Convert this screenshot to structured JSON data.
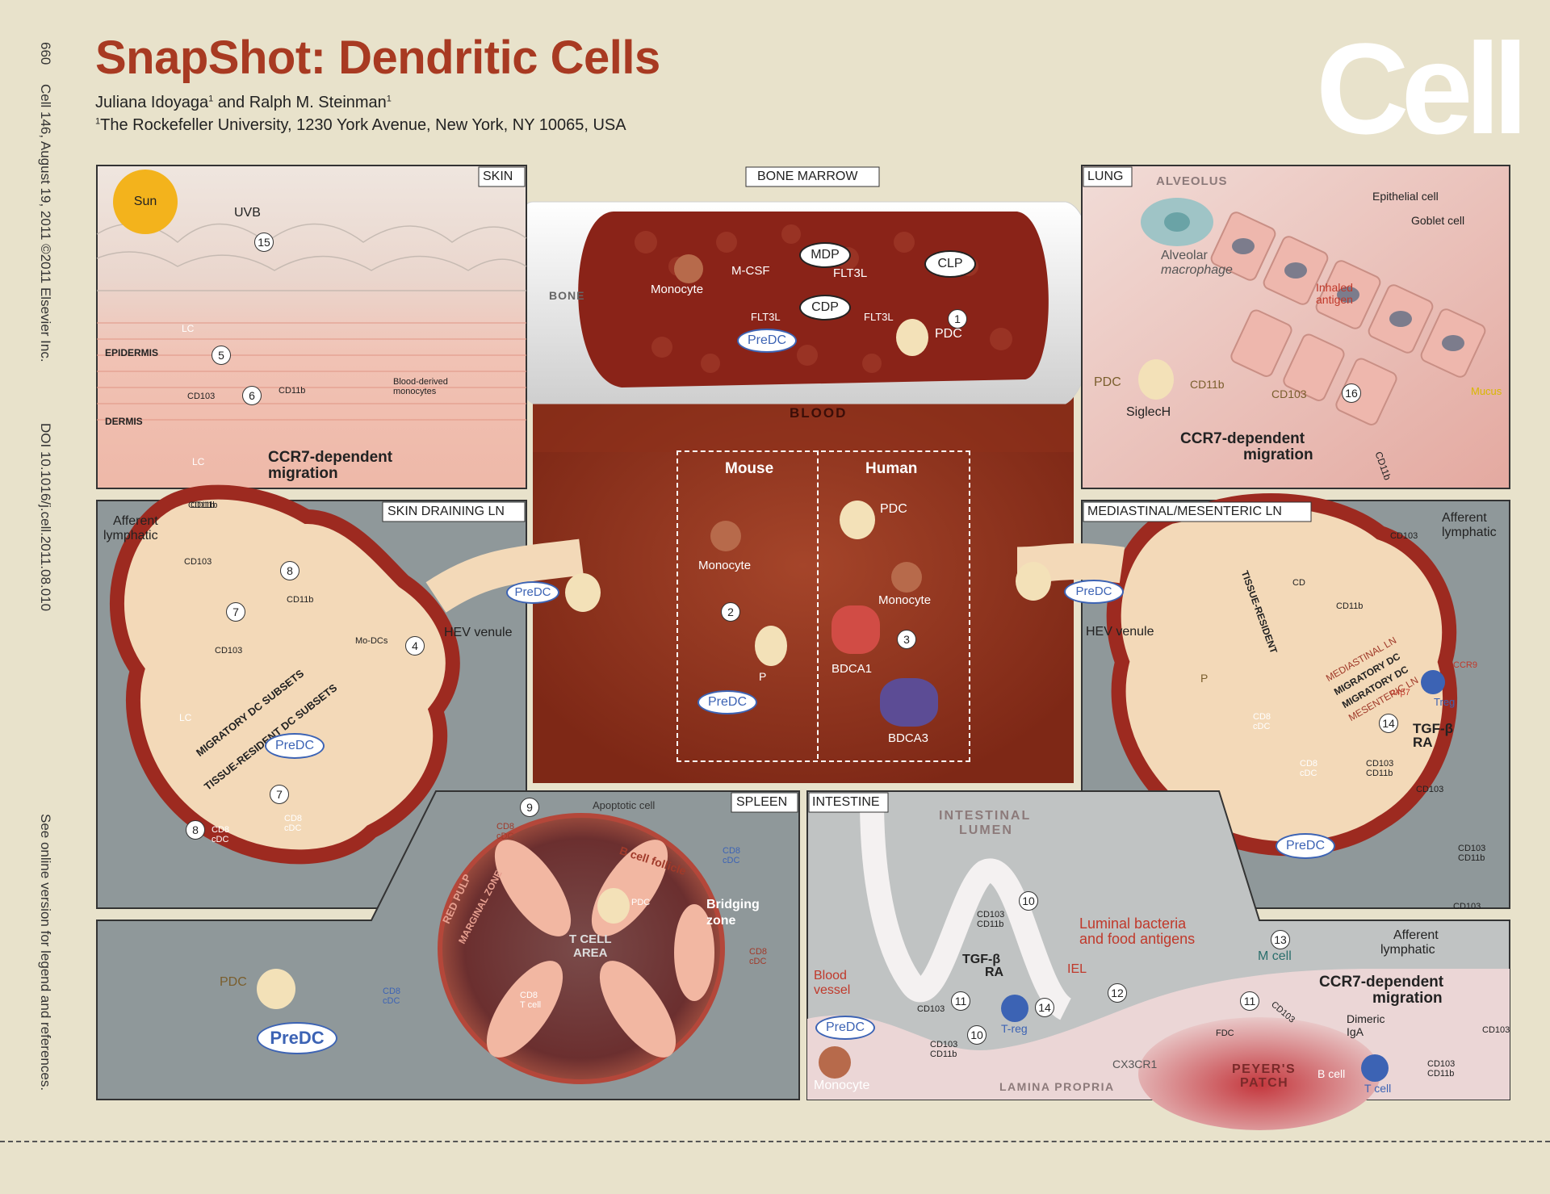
{
  "header": {
    "title": "SnapShot: Dendritic Cells",
    "authors": "Juliana Idoyaga",
    "authors_sup1": "1",
    "authors_and": " and Ralph M. Steinman",
    "authors_sup2": "1",
    "affiliation_sup": "1",
    "affiliation": "The Rockefeller University, 1230 York Avenue, New York, NY 10065, USA",
    "logo": "Cell"
  },
  "side_text": {
    "page": "660",
    "citation": "Cell 146, August 19, 2011 ©2011 Elsevier Inc.",
    "doi": "DOI 10.1016/j.cell.2011.08.010",
    "note": "See online version for legend and references."
  },
  "colors": {
    "background": "#e8e2cb",
    "title": "#a83a22",
    "blood": "#8b2f1c",
    "skin": "#f2c7b9",
    "lymph_node": "#f3d9b8",
    "node_border": "#9d2a20",
    "panel_gray": "#8f989a",
    "predc": "#3c63b4"
  },
  "panels": {
    "skin": "SKIN",
    "bone_marrow": "BONE MARROW",
    "lung": "LUNG",
    "skin_ln": "SKIN DRAINING LN",
    "mediastinal_ln": "MEDIASTINAL/MESENTERIC LN",
    "spleen": "SPLEEN",
    "intestine": "INTESTINE"
  },
  "skin": {
    "sun": "Sun",
    "uvb": "UVB",
    "n15": "15",
    "lc": "LC",
    "epidermis": "EPIDERMIS",
    "n5": "5",
    "dermis": "DERMIS",
    "cd103": "CD103",
    "n6": "6",
    "cd11b": "CD11b",
    "blood_monocytes": "Blood-derived monocytes",
    "lc2": "LC",
    "cd11b2": "CD11b",
    "ccr7": "CCR7-dependent",
    "migration": "migration"
  },
  "bone_marrow": {
    "bone": "BONE",
    "mdp": "MDP",
    "clp": "CLP",
    "cdp": "CDP",
    "mcsf": "M-CSF",
    "flt3l_a": "FLT3L",
    "flt3l_b": "FLT3L",
    "flt3l_c": "FLT3L",
    "monocyte": "Monocyte",
    "predc": "PreDC",
    "pdc": "PDC",
    "n1": "1"
  },
  "blood": {
    "label": "BLOOD",
    "mouse": "Mouse",
    "human": "Human",
    "mouse_monocyte": "Monocyte",
    "n2": "2",
    "mouse_pdc": "P",
    "mouse_predc": "PreDC",
    "human_pdc": "PDC",
    "human_monocyte": "Monocyte",
    "n3": "3",
    "bdca1": "BDCA1",
    "bdca3": "BDCA3"
  },
  "lung": {
    "alveolus": "ALVEOLUS",
    "epithelial": "Epithelial cell",
    "goblet": "Goblet cell",
    "alveolar": "Alveolar",
    "macrophage": "macrophage",
    "inhaled": "Inhaled",
    "antigen": "antigen",
    "pdc": "PDC",
    "siglech": "SiglecH",
    "cd11b": "CD11b",
    "cd103": "CD103",
    "n16": "16",
    "mucus": "Mucus",
    "ccr7": "CCR7-dependent",
    "migration": "migration",
    "cd11b2": "CD11b"
  },
  "skin_ln": {
    "afferent": "Afferent",
    "lymphatic": "lymphatic",
    "cd11b": "CD11b",
    "cd103": "CD103",
    "n8": "8",
    "cd11b2": "CD11b",
    "n7": "7",
    "cd103b": "CD103",
    "modcs": "Mo-DCs",
    "n4": "4",
    "hev": "HEV venule",
    "predc_vessel": "PreDC",
    "lc": "LC",
    "migratory": "MIGRATORY DC SUBSETS",
    "resident": "TISSUE-RESIDENT DC SUBSETS",
    "predc": "PreDC",
    "n7b": "7",
    "n8b": "8",
    "cd8_cdc": "CD8",
    "cd8_cdc_b": "cDC",
    "cd8p": "CD8",
    "cd8p_b": "cDC"
  },
  "med_ln": {
    "afferent": "Afferent",
    "lymphatic": "lymphatic",
    "cd103": "CD103",
    "cd11b": "CD11b",
    "predc_vessel": "PreDC",
    "hev": "HEV venule",
    "tissue_resident": "TISSUE-RESIDENT",
    "mediastinal": "MEDIASTINAL LN",
    "migratory1": "MIGRATORY DC",
    "migratory2": "MIGRATORY DC",
    "mesenteric": "MESENTERIC LN",
    "ccr9": "CCR9",
    "a4b7": "α4β7",
    "treg": "Treg",
    "n14": "14",
    "tgfb": "TGF-β",
    "ra": "RA",
    "cd8_cdc": "CD8",
    "cd8_cdc_b": "cDC",
    "cd8p": "CD8",
    "cd8p_b": "cDC",
    "cd103_11b": "CD103",
    "cd103_11b_b": "CD11b",
    "cd103c": "CD103",
    "predc": "PreDC",
    "cd103_11b2": "CD103",
    "cd103_11b2_b": "CD11b",
    "cd103d": "CD103",
    "aff2": "Afferent",
    "lymph2": "lymphatic",
    "ccr7": "CCR7-dependent",
    "migration": "migration",
    "cd103e": "CD103",
    "cd103_11b3": "CD103",
    "cd103_11b3_b": "CD11b",
    "pdc_label": "P",
    "cd_label": "CD"
  },
  "spleen": {
    "n9": "9",
    "apoptotic": "Apoptotic cell",
    "cd8m": "CD8",
    "cd8m_b": "cDC",
    "cd8p": "CD8",
    "cd8p_b": "cDC",
    "red_pulp": "RED PULP",
    "marginal": "MARGINAL ZONE",
    "b_cell": "B cell follicle",
    "pdc": "PDC",
    "bridging": "Bridging",
    "zone": "zone",
    "t_cell": "T CELL",
    "area": "AREA",
    "cd8t": "CD8",
    "cd8t_b": "T cell",
    "cd8m2": "CD8",
    "cd8m2_b": "cDC",
    "pdc_left": "PDC",
    "cd8p_left": "CD8",
    "cd8p_left_b": "cDC",
    "predc": "PreDC"
  },
  "intestine": {
    "lumen1": "INTESTINAL",
    "lumen2": "LUMEN",
    "cd103_11b": "CD103",
    "cd103_11b_b": "CD11b",
    "n10": "10",
    "tgfb": "TGF-β",
    "ra": "RA",
    "luminal1": "Luminal bacteria",
    "luminal2": "and food antigens",
    "iel": "IEL",
    "n12": "12",
    "n13": "13",
    "mcell": "M cell",
    "blood_vessel1": "Blood",
    "blood_vessel2": "vessel",
    "cd103": "CD103",
    "n11": "11",
    "treg": "T-reg",
    "n14": "14",
    "predc": "PreDC",
    "cd103_11b2": "CD103",
    "cd103_11b2_b": "CD11b",
    "n10b": "10",
    "cx3cr1": "CX3CR1",
    "monocyte": "Monocyte",
    "lamina": "LAMINA PROPRIA",
    "fdc": "FDC",
    "n11b": "11",
    "cd103b": "CD103",
    "dimeric": "Dimeric",
    "iga": "IgA",
    "peyers1": "PEYER'S",
    "peyers2": "PATCH",
    "bcell": "B cell",
    "tcell": "T cell"
  }
}
